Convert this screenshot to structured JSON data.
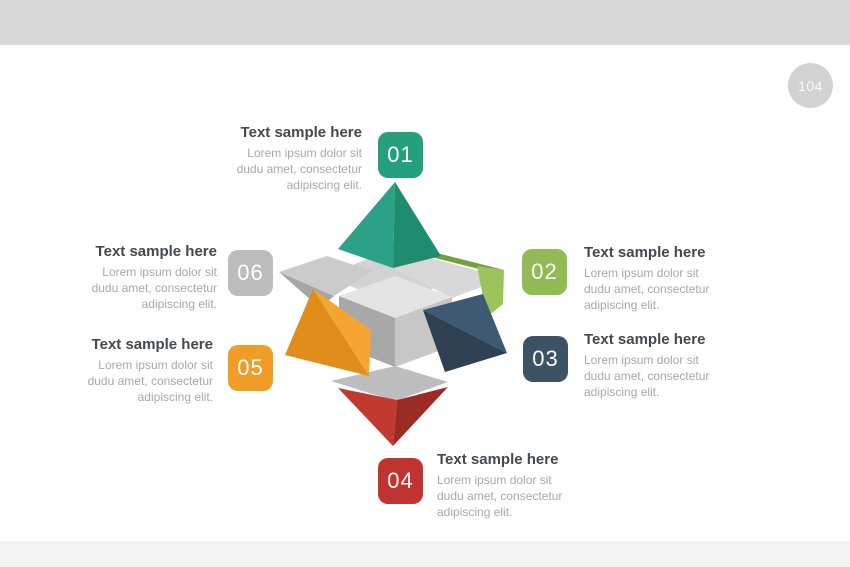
{
  "page": {
    "number": "104"
  },
  "slide": {
    "top_band_color": "#d8d8d8",
    "bottom_band_color": "#f3f3f3",
    "background": "#ffffff"
  },
  "items": [
    {
      "number": "01",
      "color": "#25a07d",
      "title": "Text sample here",
      "body_lines": [
        "Lorem ipsum dolor sit",
        "dudu amet, consectetur",
        "adipiscing elit."
      ]
    },
    {
      "number": "02",
      "color": "#92ba55",
      "title": "Text sample here",
      "body_lines": [
        "Lorem ipsum dolor sit",
        "dudu amet, consectetur",
        "adipiscing elit."
      ]
    },
    {
      "number": "03",
      "color": "#3d5265",
      "title": "Text sample here",
      "body_lines": [
        "Lorem ipsum dolor sit",
        "dudu amet, consectetur",
        "adipiscing elit."
      ]
    },
    {
      "number": "04",
      "color": "#bf3430",
      "title": "Text sample here",
      "body_lines": [
        "Lorem ipsum dolor sit",
        "dudu amet, consectetur",
        "adipiscing elit."
      ]
    },
    {
      "number": "05",
      "color": "#ef9d27",
      "title": "Text sample here",
      "body_lines": [
        "Lorem ipsum dolor sit",
        "dudu amet, consectetur",
        "adipiscing elit."
      ]
    },
    {
      "number": "06",
      "color": "#bcbcbc",
      "title": "Text sample here",
      "body_lines": [
        "Lorem ipsum dolor sit",
        "dudu amet, consectetur",
        "adipiscing elit."
      ]
    }
  ],
  "graphic": {
    "description": "3D cube with six pyramids pointing outward",
    "colors": {
      "teal_light": "#2ba187",
      "teal_dark": "#1f8c70",
      "green_light": "#9cc45c",
      "green_dark": "#72a040",
      "orange_light": "#f4a532",
      "orange_dark": "#e08d1c",
      "navy_light": "#3d5a72",
      "navy_dark": "#2d4152",
      "red_light": "#c23a2f",
      "red_dark": "#9c2b23",
      "cube_top": "#e4e4e4",
      "cube_left": "#a8a8a8",
      "cube_right": "#c7c7c7",
      "gray_wing_light": "#cbcbcb",
      "gray_wing_dark": "#a6a6a6"
    }
  }
}
